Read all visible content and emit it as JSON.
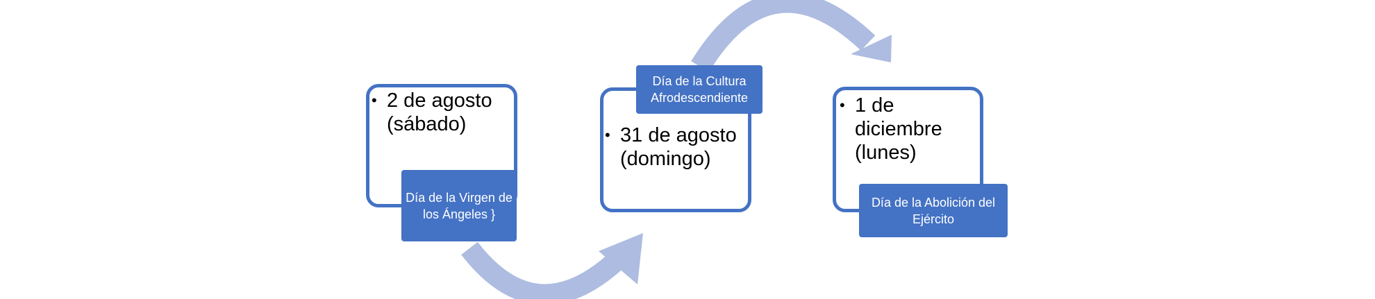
{
  "colors": {
    "accent": "#4472c4",
    "arrow": "#adbce0"
  },
  "steps": [
    {
      "date": "2 de agosto (sábado)",
      "holiday": "Día de la Virgen de los Ángeles }"
    },
    {
      "date": "31 de agosto (domingo)",
      "holiday": "Día de la Cultura Afrodescendiente"
    },
    {
      "date": "1 de diciembre (lunes)",
      "holiday": "Día de la Abolición del Ejército"
    }
  ]
}
